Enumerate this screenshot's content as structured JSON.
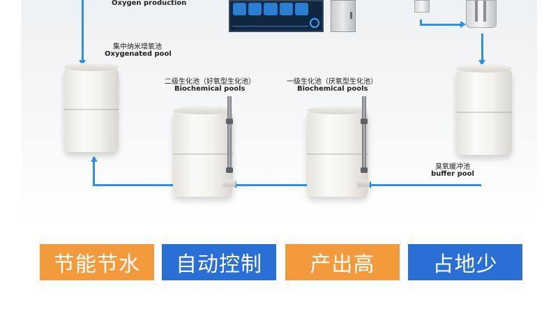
{
  "labels": {
    "oxygen_production": "Oxygen production",
    "oxygenated_pool_cn": "集中纳米增氧池",
    "oxygenated_pool_en": "Oxygenated pool",
    "secondary_pool_cn": "二级生化池（好氧型生化池）",
    "secondary_pool_en": "Biochemical pools",
    "primary_pool_cn": "一级生化池（厌氧型生化池）",
    "primary_pool_en": "Biochemical pools",
    "buffer_pool_cn": "臭氧缓冲池",
    "buffer_pool_en": "buffer pool"
  },
  "features": [
    {
      "label": "节能节水",
      "color": "#f39a3c"
    },
    {
      "label": "自动控制",
      "color": "#2a6fd6"
    },
    {
      "label": "产出高",
      "color": "#f39a3c"
    },
    {
      "label": "占地少",
      "color": "#2a6fd6"
    }
  ],
  "colors": {
    "pipe": "#2f8fe0",
    "orange": "#f39a3c",
    "blue": "#2a6fd6"
  }
}
